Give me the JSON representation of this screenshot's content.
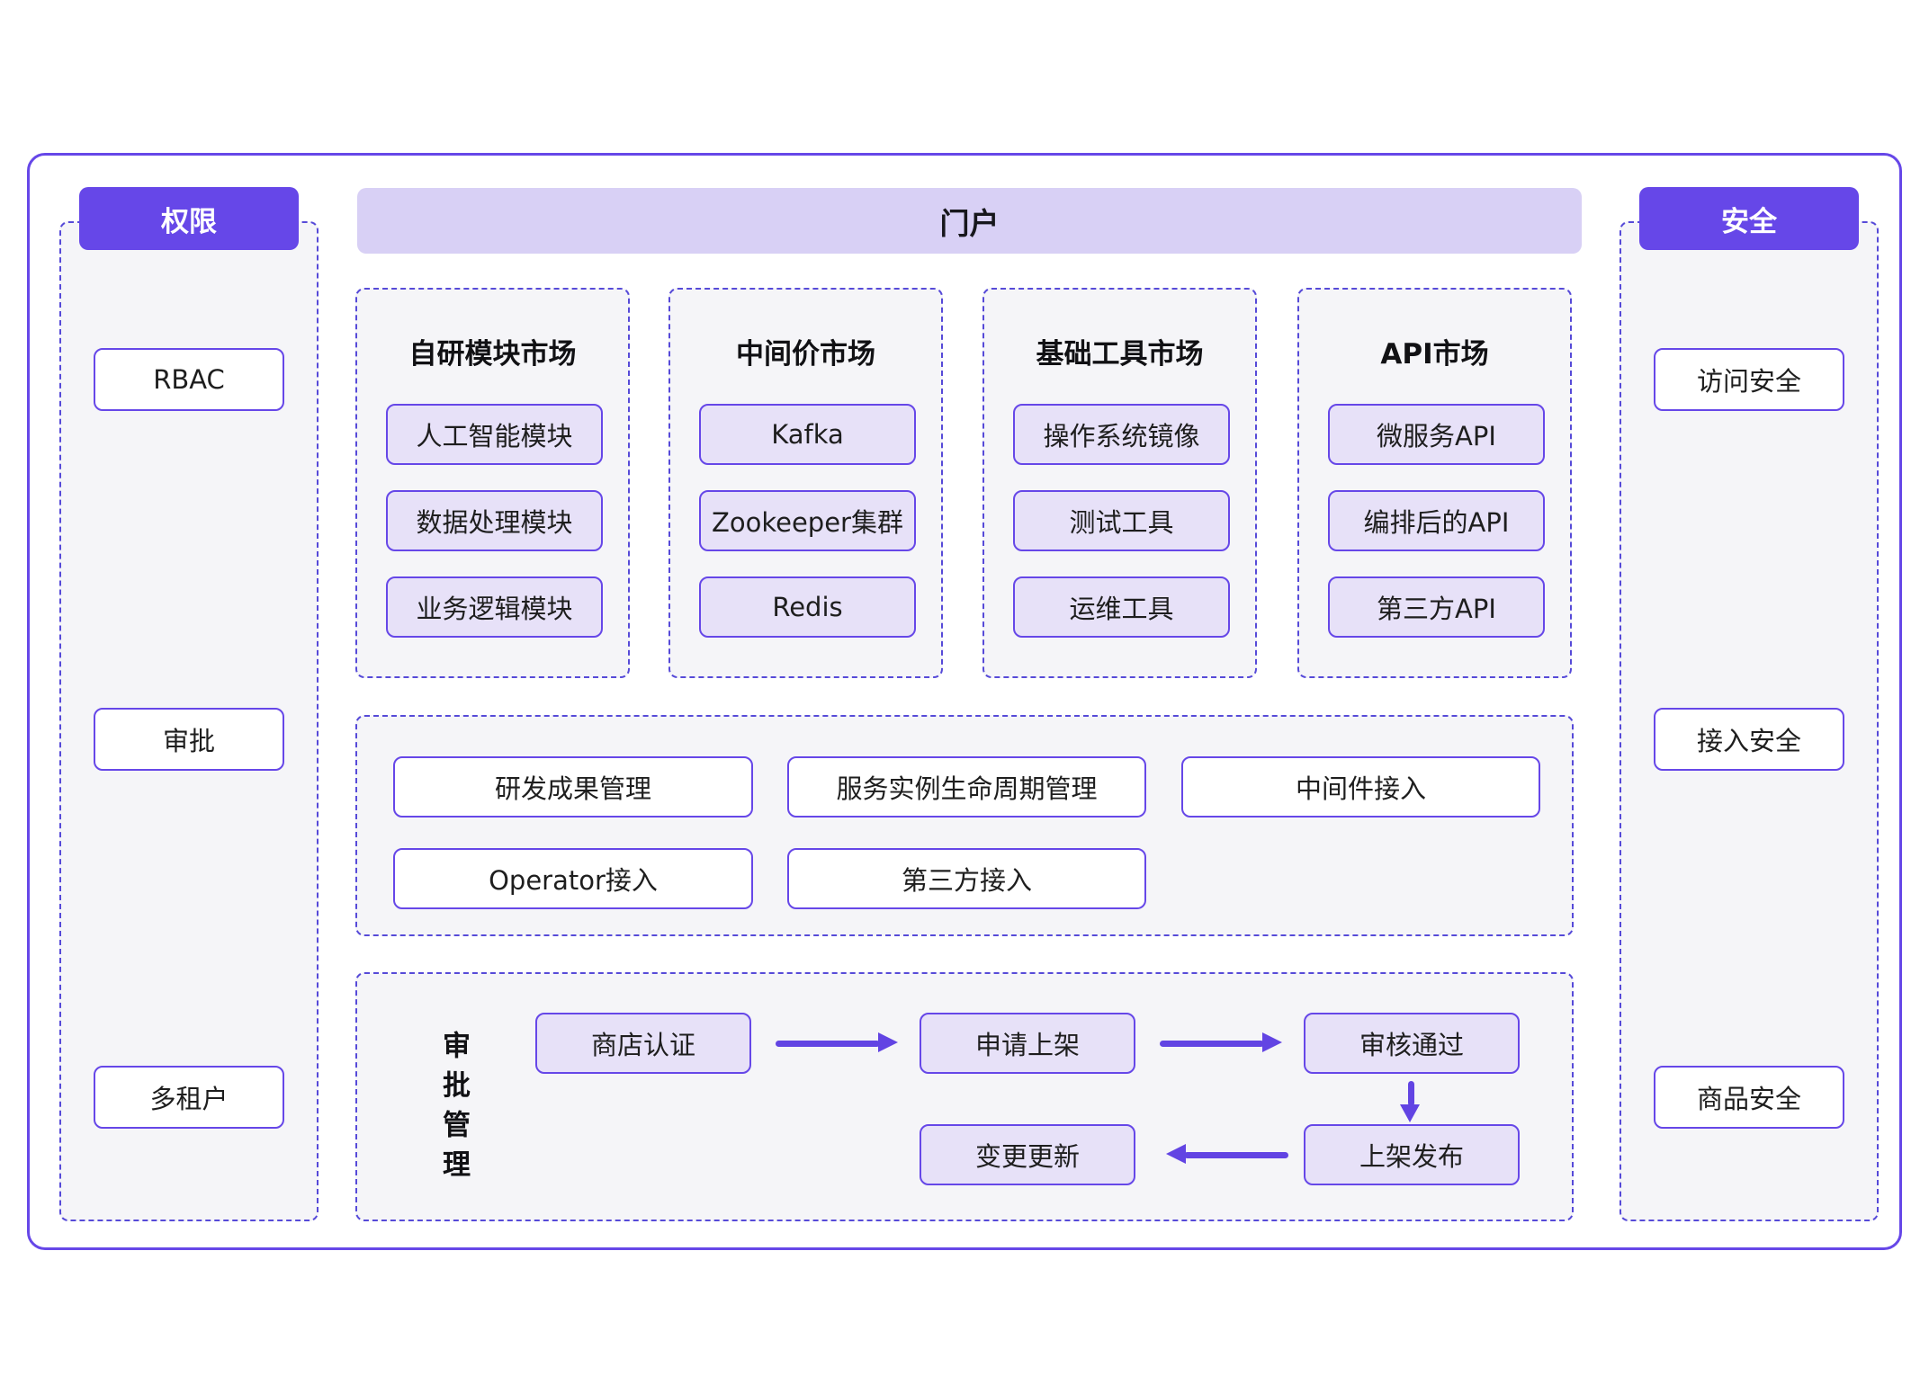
{
  "palette": {
    "accent_purple": "#6647E8",
    "banner_purple": "#D8D0F5",
    "item_lavender": "#E7E1F8",
    "panel_gray": "#F5F5F8",
    "dashed_border": "#564AD8",
    "arrow_purple": "#6244E3",
    "text_dark": "#1E1E1E"
  },
  "left_panel": {
    "header": "权限",
    "items": [
      "RBAC",
      "审批",
      "多租户"
    ]
  },
  "portal_banner": {
    "title": "门户"
  },
  "markets": [
    {
      "title": "自研模块市场",
      "items": [
        "人工智能模块",
        "数据处理模块",
        "业务逻辑模块"
      ]
    },
    {
      "title": "中间价市场",
      "items": [
        "Kafka",
        "Zookeeper集群",
        "Redis"
      ]
    },
    {
      "title": "基础工具市场",
      "items": [
        "操作系统镜像",
        "测试工具",
        "运维工具"
      ]
    },
    {
      "title": "API市场",
      "items": [
        "微服务API",
        "编排后的API",
        "第三方API"
      ]
    }
  ],
  "management": {
    "row1": [
      "研发成果管理",
      "服务实例生命周期管理",
      "中间件接入"
    ],
    "row2": [
      "Operator接入",
      "第三方接入"
    ]
  },
  "approval_flow": {
    "label": "审批管理",
    "steps": [
      "商店认证",
      "申请上架",
      "审核通过",
      "上架发布",
      "变更更新"
    ]
  },
  "right_panel": {
    "header": "安全",
    "items": [
      "访问安全",
      "接入安全",
      "商品安全"
    ]
  }
}
